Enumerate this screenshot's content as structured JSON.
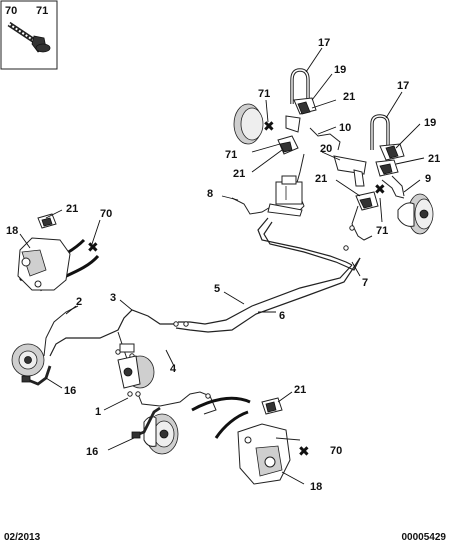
{
  "callouts": {
    "c70_box": "70",
    "c71_box": "71",
    "c17_top": "17",
    "c19_top": "19",
    "c71_top": "71",
    "c21_top_a": "21",
    "c10": "10",
    "c71_mid": "71",
    "c20": "20",
    "c21_top_b": "21",
    "c17_right": "17",
    "c19_right": "19",
    "c21_right": "21",
    "c8": "8",
    "c21_mid": "21",
    "c9": "9",
    "c71_right": "71",
    "c21_left": "21",
    "c70_left": "70",
    "c18_left": "18",
    "c7": "7",
    "c5": "5",
    "c3": "3",
    "c2": "2",
    "c6": "6",
    "c4": "4",
    "c16_left": "16",
    "c1": "1",
    "c21_bottom": "21",
    "c70_bottom": "70",
    "c16_bottom": "16",
    "c18_bottom": "18"
  },
  "footer": {
    "date": "02/2013",
    "ref": "00005429"
  }
}
